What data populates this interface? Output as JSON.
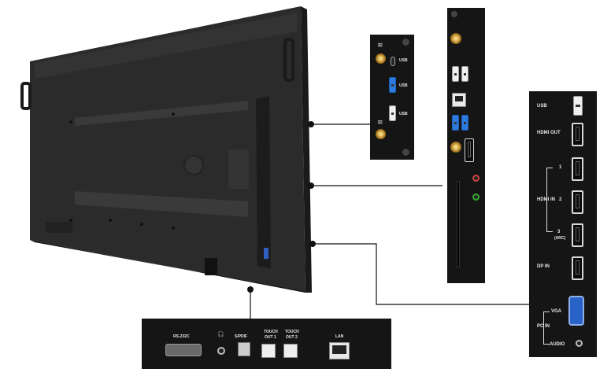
{
  "right_panel": {
    "usb": "USB",
    "hdmi_out": "HDMI OUT",
    "hdmi_in": "HDMI IN",
    "hdmi_in_1": "1",
    "hdmi_in_2": "2",
    "hdmi_in_3": "3",
    "hdmi_in_3_arc": "(ARC)",
    "dp_in": "DP IN",
    "vga": "VGA",
    "pc_in": "PC IN",
    "audio": "AUDIO"
  },
  "bottom_panel": {
    "rs232c": "RS-232C",
    "headphone": "🎧",
    "spdif": "S/PDIF",
    "touch_out_1_line1": "TOUCH",
    "touch_out_1_line2": "OUT 1",
    "touch_out_2_line1": "TOUCH",
    "touch_out_2_line2": "OUT 2",
    "lan": "LAN"
  },
  "top_module": {
    "usb_1": "USB",
    "usb_2": "USB",
    "usb_3": "USB"
  },
  "colors": {
    "panel_dark": "#151515",
    "display_back": "#2b2b2b",
    "usb3_blue": "#2e7be0",
    "vga_blue": "#2a63c8"
  }
}
